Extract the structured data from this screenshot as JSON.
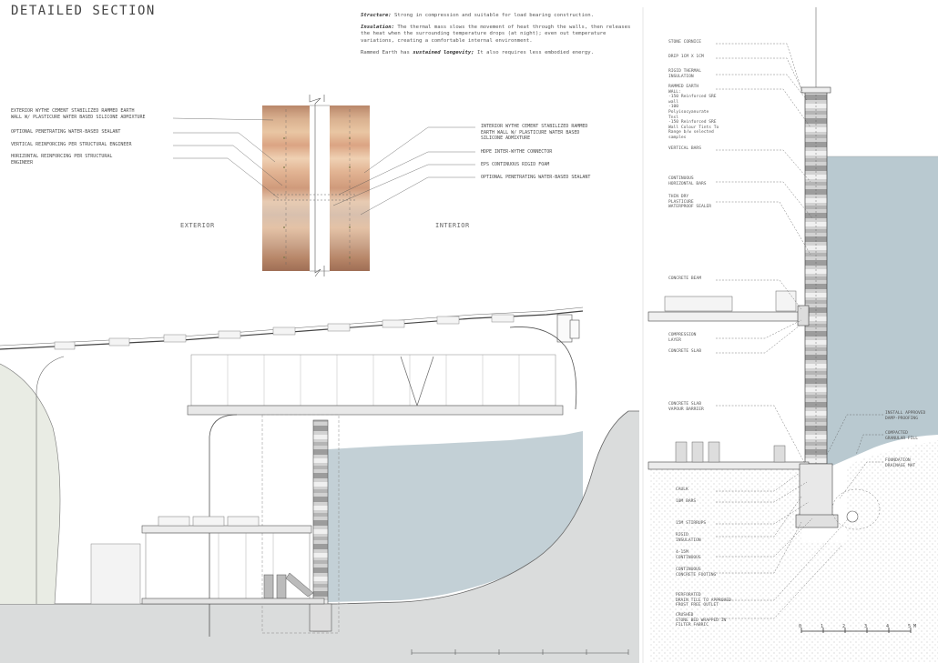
{
  "title": "DETAILED SECTION",
  "notes": {
    "structure_label": "Structure:",
    "structure_text": " Strong in compression and suitable for load bearing construction.",
    "insulation_label": "Insulation:",
    "insulation_text": " The thermal mass slows the movement of heat through the walls, then releases the heat when the surrounding temperature drops (at night); even out temperature variations, creating a comfortable internal environment.",
    "longevity_pre": "Rammed Earth has ",
    "longevity_bold": "sustained longevity;",
    "longevity_post": " It also requires less embodied energy."
  },
  "wall_detail": {
    "left_labels": [
      "EXTERIOR WYTHE CEMENT STABILIZED RAMMED EARTH\nWALL W/ PLASTICURE WATER BASED SILICONE ADMIXTURE",
      "OPTIONAL PENETRATING WATER-BASED SEALANT",
      "VERTICAL REINFORCING PER STRUCTURAL ENGINEER",
      "HORIZONTAL REINFORCING PER STRUCTURAL\nENGINEER"
    ],
    "right_labels": [
      "INTERIOR WYTHE CEMENT STABILIZED RAMMED\nEARTH WALL W/ PLASTICURE WATER BASED\nSILICONE ADMIXTURE",
      "HDPE INTER-WYTHE CONNECTOR",
      "EPS CONTINUOUS RIGID FOAM",
      "OPTIONAL PENETRATING WATER-BASED SEALANT"
    ],
    "exterior_label": "EXTERIOR",
    "interior_label": "INTERIOR"
  },
  "section_labels": {
    "left": [
      "STONE CORNICE",
      "DRIP 1CM X 1CM",
      "RIGID THERMAL\nINSULATION",
      "RAMMED EARTH\nWALL:\n-150 Reinforced SRE\nwall\n-100 Polyisocyanurate\nTnsl\n-150 Reinforced SRE\nWall Colour Tints To\nRange b/w selected\nsamples",
      "VERTICAL BARS",
      "CONTINUOUS\nHORIZONTAL BARS",
      "THIN DRY\nPLASTICURE\nWATERPROOF SEALER",
      "CONCRETE BEAM",
      "COMPRESSION\nLAYER",
      "CONCRETE SLAB",
      "CONCRETE SLAB\nVAPOUR BARRIER",
      "CAULK",
      "10M BARS",
      "15M STIRRUPS",
      "RIGID\nINSULATION",
      "4-15M\nCONTINUOUS",
      "CONTINUOUS\nCONCRETE FOOTING",
      "PERFORATED\nDRAIN TILE TO APPROVED\nFROST FREE OUTLET",
      "CRUSHED\nSTONE BED WRAPPED IN\nFILTER FABRIC"
    ],
    "right": [
      "INSTALL APPROVED\nDAMP-PROOFING",
      "COMPACTED\nGRANULAR FILL",
      "FOUNDATION\nDRAINAGE MAT"
    ]
  },
  "scale_bar": {
    "ticks": [
      "0",
      "1",
      "2",
      "3",
      "4",
      "5 M"
    ]
  },
  "colors": {
    "earth_dark": "#b88a6b",
    "earth_light": "#e8c9a8",
    "water": "#aebfc6",
    "line": "#555555"
  }
}
